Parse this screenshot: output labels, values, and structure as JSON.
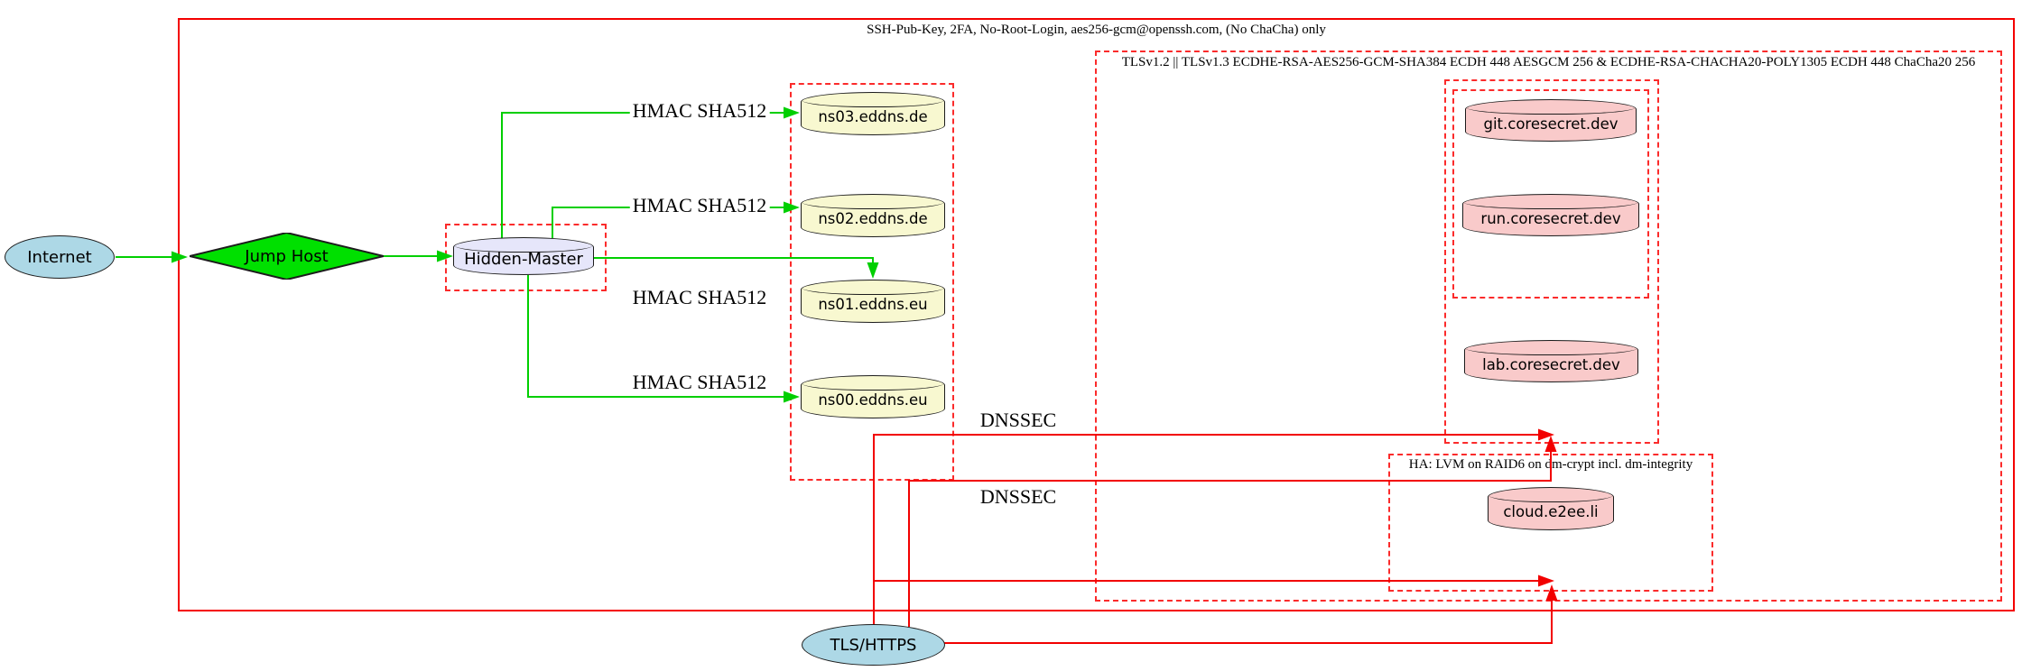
{
  "clusters": {
    "ssh": {
      "label": "SSH-Pub-Key, 2FA, No-Root-Login, aes256-gcm@openssh.com, (No ChaCha) only"
    },
    "tls": {
      "label": "TLSv1.2 || TLSv1.3 ECDHE-RSA-AES256-GCM-SHA384 ECDH 448 AESGCM 256 & ECDHE-RSA-CHACHA20-POLY1305 ECDH 448 ChaCha20 256"
    },
    "ha": {
      "label": "HA: LVM on RAID6 on dm-crypt incl. dm-integrity"
    }
  },
  "nodes": {
    "internet": {
      "label": "Internet",
      "shape": "ellipse"
    },
    "jump_host": {
      "label": "Jump Host",
      "shape": "diamond"
    },
    "hidden_master": {
      "label": "Hidden-Master",
      "shape": "cylinder"
    },
    "ns03": {
      "label": "ns03.eddns.de",
      "shape": "cylinder"
    },
    "ns02": {
      "label": "ns02.eddns.de",
      "shape": "cylinder"
    },
    "ns01": {
      "label": "ns01.eddns.eu",
      "shape": "cylinder"
    },
    "ns00": {
      "label": "ns00.eddns.eu",
      "shape": "cylinder"
    },
    "git": {
      "label": "git.coresecret.dev",
      "shape": "cylinder"
    },
    "run": {
      "label": "run.coresecret.dev",
      "shape": "cylinder"
    },
    "lab": {
      "label": "lab.coresecret.dev",
      "shape": "cylinder"
    },
    "cloud": {
      "label": "cloud.e2ee.li",
      "shape": "cylinder"
    },
    "tls_https": {
      "label": "TLS/HTTPS",
      "shape": "ellipse"
    }
  },
  "edge_labels": {
    "hmac_ns03": "HMAC SHA512",
    "hmac_ns02": "HMAC SHA512",
    "hmac_ns01": "HMAC SHA512",
    "hmac_ns00": "HMAC SHA512",
    "dnssec_1": "DNSSEC",
    "dnssec_2": "DNSSEC"
  },
  "colors": {
    "node_blue": "#add8e6",
    "node_green": "#00e000",
    "node_lavender": "#e6e6fa",
    "node_yellow": "#f8f8d0",
    "node_pink": "#f9caca",
    "edge_green": "#00cf00",
    "edge_red": "#f20000",
    "cluster_border_red": "#fb2b2b"
  }
}
